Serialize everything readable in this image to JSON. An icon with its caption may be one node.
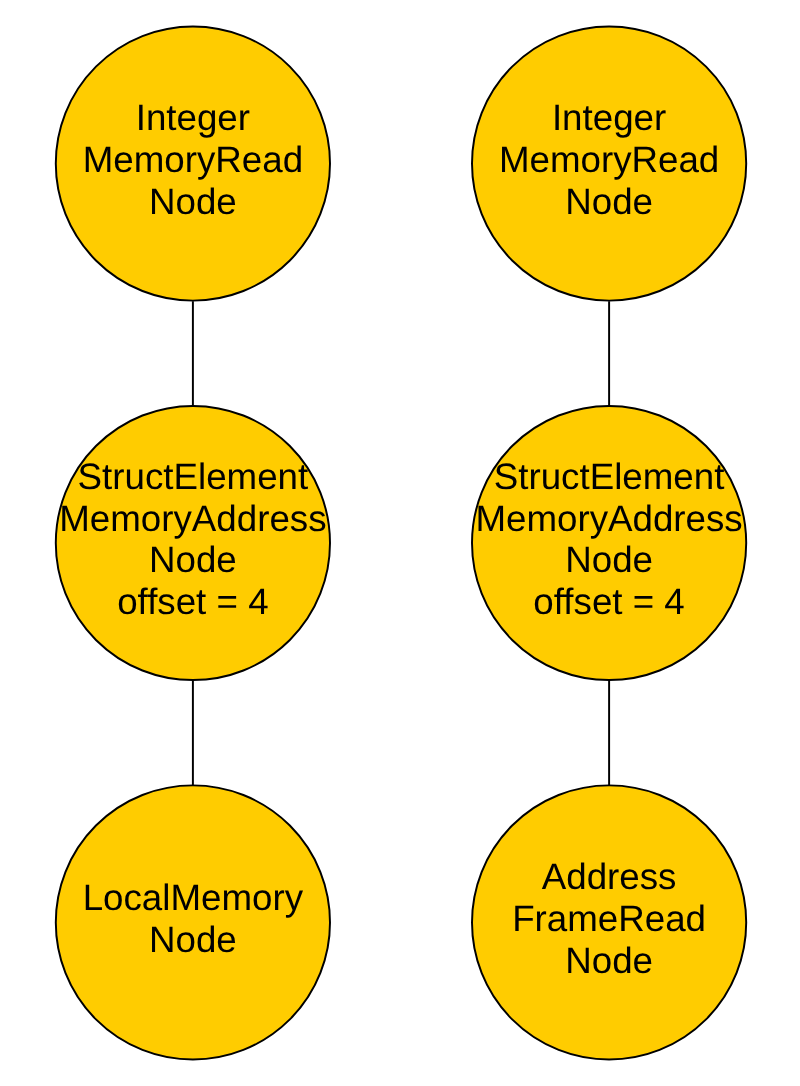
{
  "diagram": {
    "nodes": [
      {
        "text": [
          "Integer MemoryRead Node"
        ]
      },
      {
        "text": [
          "StructElement MemoryAddress Node",
          "offset = 4"
        ]
      },
      {
        "text": [
          "LocalMemory Node"
        ]
      },
      {
        "text": [
          "Integer MemoryRead Node"
        ]
      },
      {
        "text": [
          "StructElement MemoryAddress Node",
          "offset = 4"
        ]
      },
      {
        "text": [
          "Address FrameRead Node"
        ]
      }
    ],
    "edges": [
      {
        "from": 0,
        "to": 1,
        "arrow": "none"
      },
      {
        "from": 1,
        "to": 2,
        "arrow": "none"
      },
      {
        "from": 3,
        "to": 4,
        "arrow": "none"
      },
      {
        "from": 4,
        "to": 5,
        "arrow": "none"
      }
    ]
  }
}
